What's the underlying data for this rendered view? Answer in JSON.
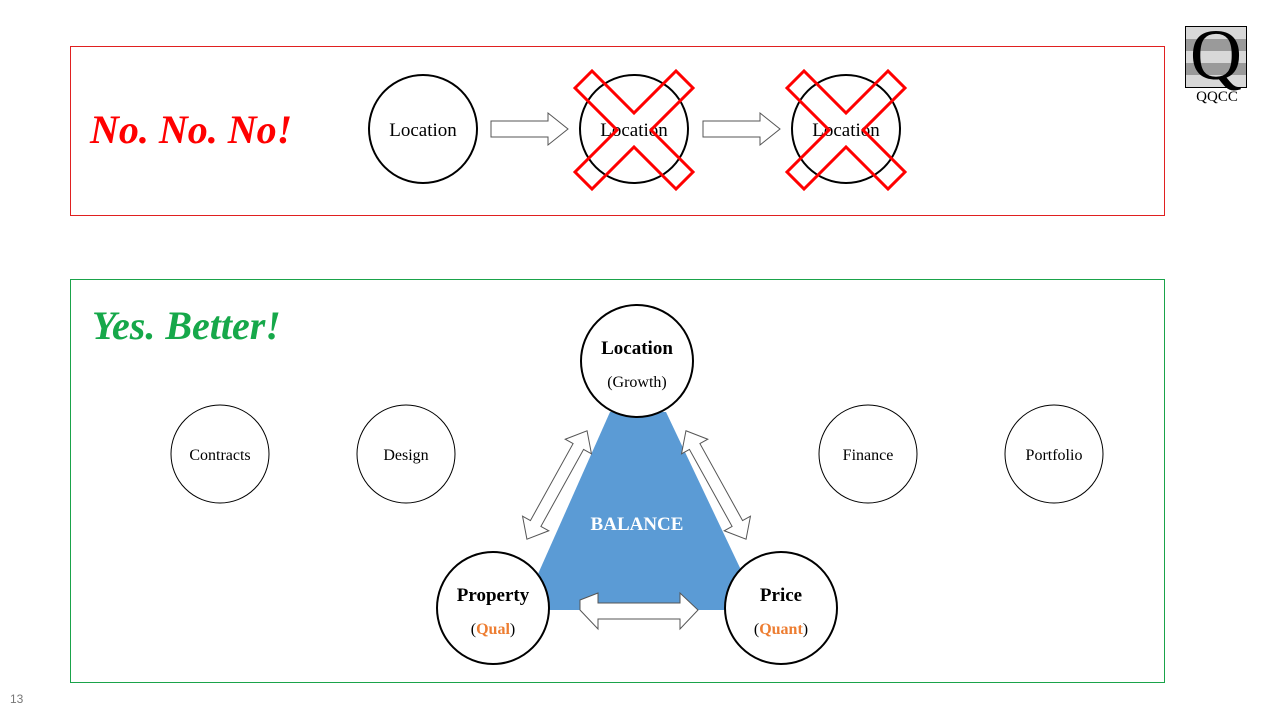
{
  "top_panel": {
    "headline": "No. No. No!",
    "flow": [
      "Location",
      "Location",
      "Location"
    ]
  },
  "bottom_panel": {
    "headline": "Yes. Better!",
    "center_label": "BALANCE",
    "triangle": {
      "top": {
        "title": "Location",
        "sub": "(Growth)"
      },
      "left": {
        "title": "Property",
        "sub_open": "(",
        "sub_accent": "Qual",
        "sub_close": ")"
      },
      "right": {
        "title": "Price",
        "sub_open": "(",
        "sub_accent": "Quant",
        "sub_close": ")"
      }
    },
    "side_circles": [
      "Contracts",
      "Design",
      "Finance",
      "Portfolio"
    ]
  },
  "logo": {
    "letter": "Q",
    "caption": "QQCC"
  },
  "slide_number": "13",
  "colors": {
    "no_red": "#ff0000",
    "yes_green": "#16a84a",
    "triangle_blue": "#5b9bd5",
    "accent_orange": "#ed7d31"
  }
}
